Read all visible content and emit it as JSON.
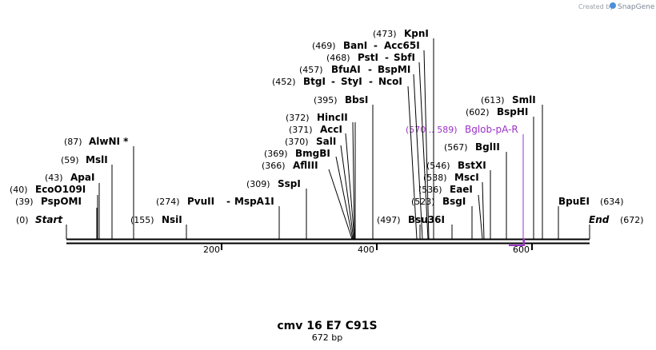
{
  "credit": {
    "prefix": "Created by",
    "brand": "SnapGene"
  },
  "sequence": {
    "name": "cmv 16 E7 C91S",
    "length_label": "672 bp",
    "length": 672
  },
  "axis_ticks": [
    "200",
    "400",
    "600"
  ],
  "feature": {
    "range": "(570 .. 589)",
    "name": "Bglob-pA-R",
    "color": "#9b30c8"
  },
  "sites": [
    {
      "pos": "(473)",
      "name": "KpnI"
    },
    {
      "pos": "(469)",
      "name": "BanI",
      "alt": "Acc65I"
    },
    {
      "pos": "(468)",
      "name": "PstI",
      "alt": "SbfI"
    },
    {
      "pos": "(457)",
      "name": "BfuAI",
      "alt": "BspMI"
    },
    {
      "pos": "(452)",
      "name": "BtgI",
      "alt2": "StyI",
      "alt": "NcoI"
    },
    {
      "pos": "(395)",
      "name": "BbsI"
    },
    {
      "pos": "(372)",
      "name": "HincII"
    },
    {
      "pos": "(371)",
      "name": "AccI"
    },
    {
      "pos": "(370)",
      "name": "SalI"
    },
    {
      "pos": "(369)",
      "name": "BmgBI"
    },
    {
      "pos": "(366)",
      "name": "AflIII"
    },
    {
      "pos": "(309)",
      "name": "SspI"
    },
    {
      "pos": "(274)",
      "name": "PvuII",
      "alt": "MspA1I"
    },
    {
      "pos": "(155)",
      "name": "NsiI"
    },
    {
      "pos": "(87)",
      "name": "AlwNI *"
    },
    {
      "pos": "(59)",
      "name": "MslI"
    },
    {
      "pos": "(43)",
      "name": "ApaI"
    },
    {
      "pos": "(40)",
      "name": "EcoO109I"
    },
    {
      "pos": "(39)",
      "name": "PspOMI"
    },
    {
      "pos": "(0)",
      "name": "Start"
    },
    {
      "pos": "(613)",
      "name": "SmlI"
    },
    {
      "pos": "(602)",
      "name": "BspHI"
    },
    {
      "pos": "(567)",
      "name": "BglII"
    },
    {
      "pos": "(546)",
      "name": "BstXI"
    },
    {
      "pos": "(538)",
      "name": "MscI"
    },
    {
      "pos": "(536)",
      "name": "EaeI"
    },
    {
      "pos": "(523)",
      "name": "BsgI"
    },
    {
      "pos": "(497)",
      "name": "Bsu36I"
    },
    {
      "pos": "(634)",
      "name": "BpuEI"
    },
    {
      "pos": "(672)",
      "name": "End"
    }
  ]
}
